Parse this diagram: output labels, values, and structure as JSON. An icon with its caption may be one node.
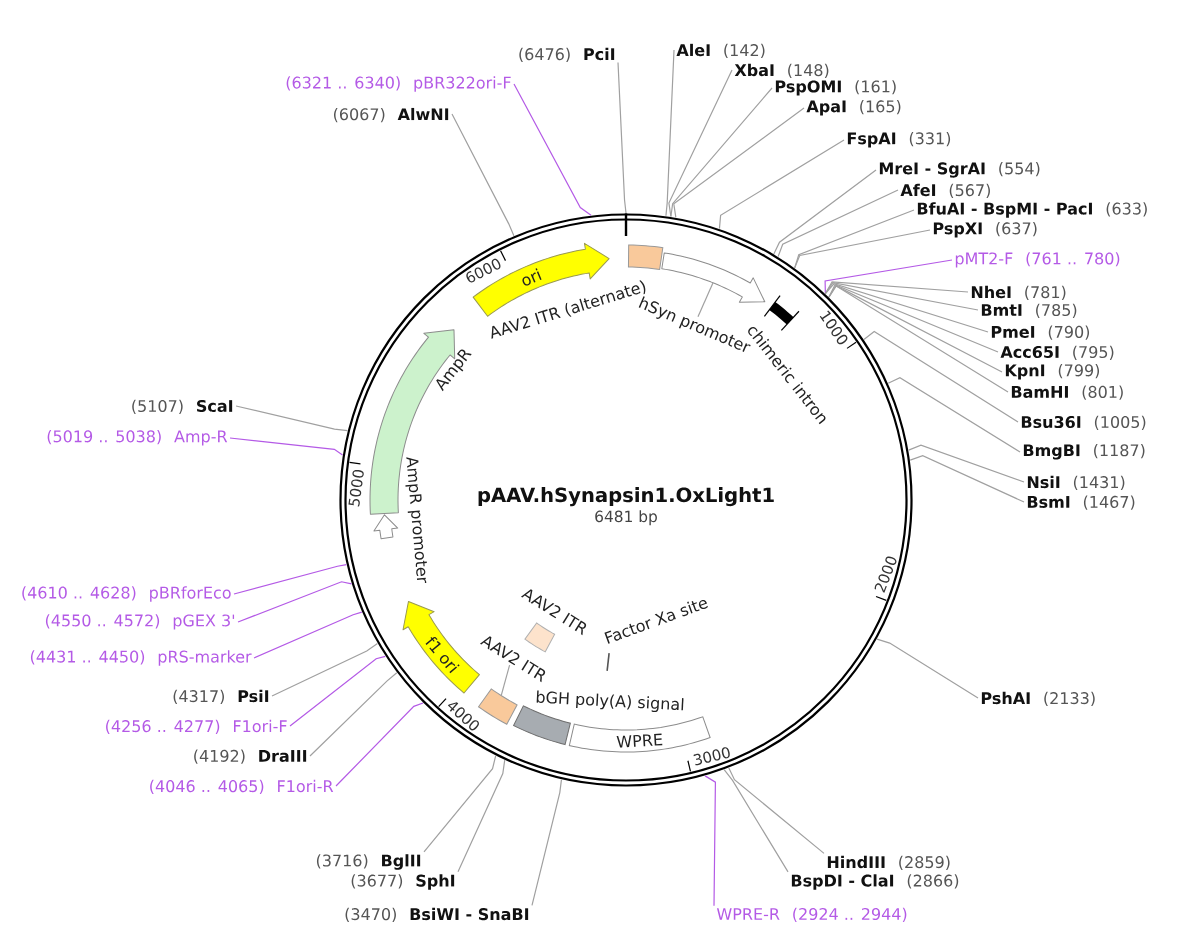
{
  "diagram": {
    "nodes": [
      {
        "text": [
          "pAAV.hSynapsin1.OxLight1",
          "6481 bp"
        ]
      },
      {
        "text": [
          "ori"
        ],
        "in": 0
      },
      {
        "text": [
          "AAV2 ITR (alternate)"
        ],
        "in": 0
      },
      {
        "text": [
          "hSyn promoter"
        ],
        "in": 0
      },
      {
        "text": [],
        "shape": "arrow",
        "in": 0
      },
      {
        "text": [
          "chimeric intron"
        ],
        "in": 0
      },
      {
        "text": [
          "WPRE"
        ],
        "in": 0
      },
      {
        "text": [
          "bGH poly(A) signal"
        ],
        "in": 0
      },
      {
        "text": [
          "AAV2 ITR"
        ],
        "in": 0
      },
      {
        "text": [],
        "shape": "box",
        "in": 0
      },
      {
        "text": [
          "AAV2 ITR"
        ],
        "in": 0
      },
      {
        "text": [
          "Factor Xa site"
        ],
        "in": 0
      },
      {
        "text": [
          "f1 ori"
        ],
        "in": 0
      },
      {
        "text": [
          "AmpR promoter"
        ],
        "in": 0
      },
      {
        "text": [
          "AmpR"
        ],
        "in": 0
      },
      {
        "text": [
          "(6476)",
          "PciI"
        ]
      },
      {
        "text": [
          "AleI",
          "(142)"
        ]
      },
      {
        "text": [
          "XbaI",
          "(148)"
        ]
      },
      {
        "text": [
          "(6321 .. 6340)",
          "pBR322ori-F"
        ]
      },
      {
        "text": [
          "PspOMI",
          "(161)"
        ]
      },
      {
        "text": [
          "ApaI",
          "(165)"
        ]
      },
      {
        "text": [
          "(6067)",
          "AlwNI"
        ]
      },
      {
        "text": [
          "FspAI",
          "(331)"
        ]
      },
      {
        "text": [
          "MreI - SgrAI",
          "(554)"
        ]
      },
      {
        "text": [
          "AfeI",
          "(567)"
        ]
      },
      {
        "text": [
          "BfuAI - BspMI - PacI",
          "(633)"
        ]
      },
      {
        "text": [
          "PspXI",
          "(637)"
        ]
      },
      {
        "text": [
          "pMT2-F",
          "(761 .. 780)"
        ]
      },
      {
        "text": [
          "NheI",
          "(781)"
        ]
      },
      {
        "text": [
          "BmtI",
          "(785)"
        ]
      },
      {
        "text": [
          "PmeI",
          "(790)"
        ]
      },
      {
        "text": [
          "Acc65I",
          "(795)"
        ]
      },
      {
        "text": [
          "KpnI",
          "(799)"
        ]
      },
      {
        "text": [
          "BamHI",
          "(801)"
        ]
      },
      {
        "text": [
          "(5107)",
          "ScaI"
        ]
      },
      {
        "text": [
          "Bsu36I",
          "(1005)"
        ]
      },
      {
        "text": [
          "(5019 .. 5038)",
          "Amp-R"
        ]
      },
      {
        "text": [
          "BmgBI",
          "(1187)"
        ]
      },
      {
        "text": [
          "NsiI",
          "(1431)"
        ]
      },
      {
        "text": [
          "BsmI",
          "(1467)"
        ]
      },
      {
        "text": [
          "(4610 .. 4628)",
          "pBRforEco"
        ]
      },
      {
        "text": [
          "(4550 .. 4572)",
          "pGEX 3'"
        ]
      },
      {
        "text": [
          "(4431 .. 4450)",
          "pRS-marker"
        ]
      },
      {
        "text": [
          "(4317)",
          "PsiI"
        ]
      },
      {
        "text": [
          "PshAI",
          "(2133)"
        ]
      },
      {
        "text": [
          "(4256 .. 4277)",
          "F1ori-F"
        ]
      },
      {
        "text": [
          "(4192)",
          "DraIII"
        ]
      },
      {
        "text": [
          "(4046 .. 4065)",
          "F1ori-R"
        ]
      },
      {
        "text": [
          "(3716)",
          "BglII"
        ]
      },
      {
        "text": [
          "HindIII",
          "(2859)"
        ]
      },
      {
        "text": [
          "(3677)",
          "SphI"
        ]
      },
      {
        "text": [
          "BspDI - ClaI",
          "(2866)"
        ]
      },
      {
        "text": [
          "(3470)",
          "BsiWI - SnaBI"
        ]
      },
      {
        "text": [
          "WPRE-R",
          "(2924 .. 2944)"
        ]
      }
    ],
    "edges": [
      {
        "from": 3,
        "to": 4,
        "arrow": "none"
      },
      {
        "from": 8,
        "to": 9,
        "arrow": "none"
      },
      {
        "from": 15,
        "to": 0,
        "arrow": "none"
      },
      {
        "from": 16,
        "to": 0,
        "arrow": "none"
      },
      {
        "from": 17,
        "to": 0,
        "arrow": "none"
      },
      {
        "from": 18,
        "to": 0,
        "arrow": "none",
        "color": "#b45ae6"
      },
      {
        "from": 19,
        "to": 0,
        "arrow": "none"
      },
      {
        "from": 20,
        "to": 0,
        "arrow": "none"
      },
      {
        "from": 21,
        "to": 0,
        "arrow": "none"
      },
      {
        "from": 22,
        "to": 0,
        "arrow": "none"
      },
      {
        "from": 23,
        "to": 0,
        "arrow": "none"
      },
      {
        "from": 24,
        "to": 0,
        "arrow": "none"
      },
      {
        "from": 25,
        "to": 0,
        "arrow": "none"
      },
      {
        "from": 26,
        "to": 0,
        "arrow": "none"
      },
      {
        "from": 27,
        "to": 0,
        "arrow": "none",
        "color": "#b45ae6"
      },
      {
        "from": 28,
        "to": 0,
        "arrow": "none"
      },
      {
        "from": 29,
        "to": 0,
        "arrow": "none"
      },
      {
        "from": 30,
        "to": 0,
        "arrow": "none"
      },
      {
        "from": 31,
        "to": 0,
        "arrow": "none"
      },
      {
        "from": 32,
        "to": 0,
        "arrow": "none"
      },
      {
        "from": 33,
        "to": 0,
        "arrow": "none"
      },
      {
        "from": 34,
        "to": 0,
        "arrow": "none"
      },
      {
        "from": 35,
        "to": 0,
        "arrow": "none"
      },
      {
        "from": 36,
        "to": 0,
        "arrow": "none",
        "color": "#b45ae6"
      },
      {
        "from": 37,
        "to": 0,
        "arrow": "none"
      },
      {
        "from": 38,
        "to": 0,
        "arrow": "none"
      },
      {
        "from": 39,
        "to": 0,
        "arrow": "none"
      },
      {
        "from": 40,
        "to": 0,
        "arrow": "none",
        "color": "#b45ae6"
      },
      {
        "from": 41,
        "to": 0,
        "arrow": "none",
        "color": "#b45ae6"
      },
      {
        "from": 42,
        "to": 0,
        "arrow": "none",
        "color": "#b45ae6"
      },
      {
        "from": 43,
        "to": 0,
        "arrow": "none"
      },
      {
        "from": 44,
        "to": 0,
        "arrow": "none"
      },
      {
        "from": 45,
        "to": 0,
        "arrow": "none",
        "color": "#b45ae6"
      },
      {
        "from": 46,
        "to": 0,
        "arrow": "none"
      },
      {
        "from": 47,
        "to": 0,
        "arrow": "none",
        "color": "#b45ae6"
      },
      {
        "from": 48,
        "to": 0,
        "arrow": "none"
      },
      {
        "from": 49,
        "to": 0,
        "arrow": "none"
      },
      {
        "from": 50,
        "to": 0,
        "arrow": "none"
      },
      {
        "from": 51,
        "to": 0,
        "arrow": "none"
      },
      {
        "from": 52,
        "to": 0,
        "arrow": "none"
      },
      {
        "from": 53,
        "to": 0,
        "arrow": "none",
        "color": "#b45ae6"
      }
    ],
    "labels": [
      "6000",
      "1000",
      "5000",
      "2000",
      "4000",
      "3000"
    ]
  }
}
